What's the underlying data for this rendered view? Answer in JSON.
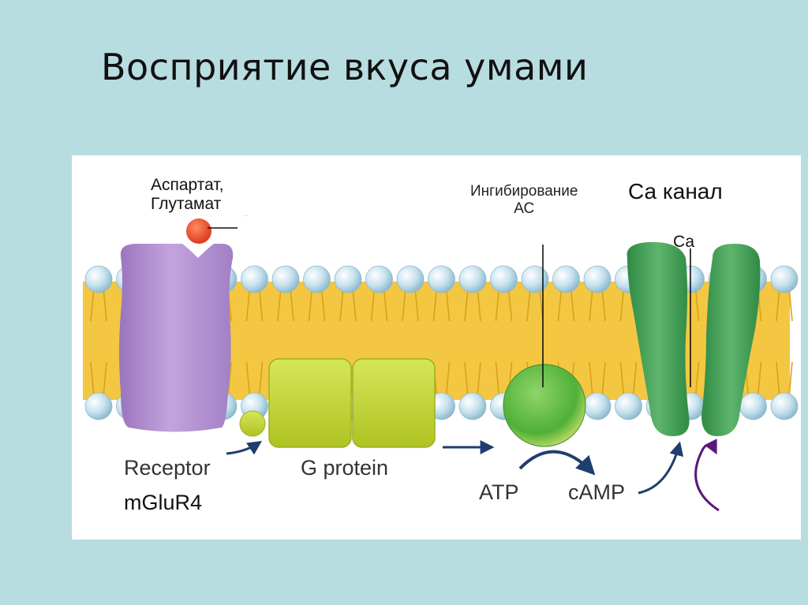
{
  "title": "Восприятие вкуса умами",
  "labels": {
    "ligand_line1": "Аспартат,",
    "ligand_line2": "Глутамат",
    "inhibition_line1": "Ингибирование",
    "inhibition_line2": "АС",
    "ca_channel": "Са канал",
    "ca": "Са",
    "receptor": "Receptor",
    "receptor_name": "mGluR4",
    "g_protein": "G protein",
    "atp": "ATP",
    "camp": "cAMP"
  },
  "colors": {
    "background": "#b8dde0",
    "panel": "#ffffff",
    "membrane_lipid": "#f3c742",
    "lipid_head": "#a9cfe0",
    "receptor": "#b592d1",
    "ligand": "#ee4a2a",
    "g_protein": "#c4d72f",
    "adenylate_cyclase": "#5cb840",
    "ca_channel": "#3f9a52",
    "arrow": "#1e3f6e",
    "ca_flow_arrow": "#5a1a7a"
  }
}
